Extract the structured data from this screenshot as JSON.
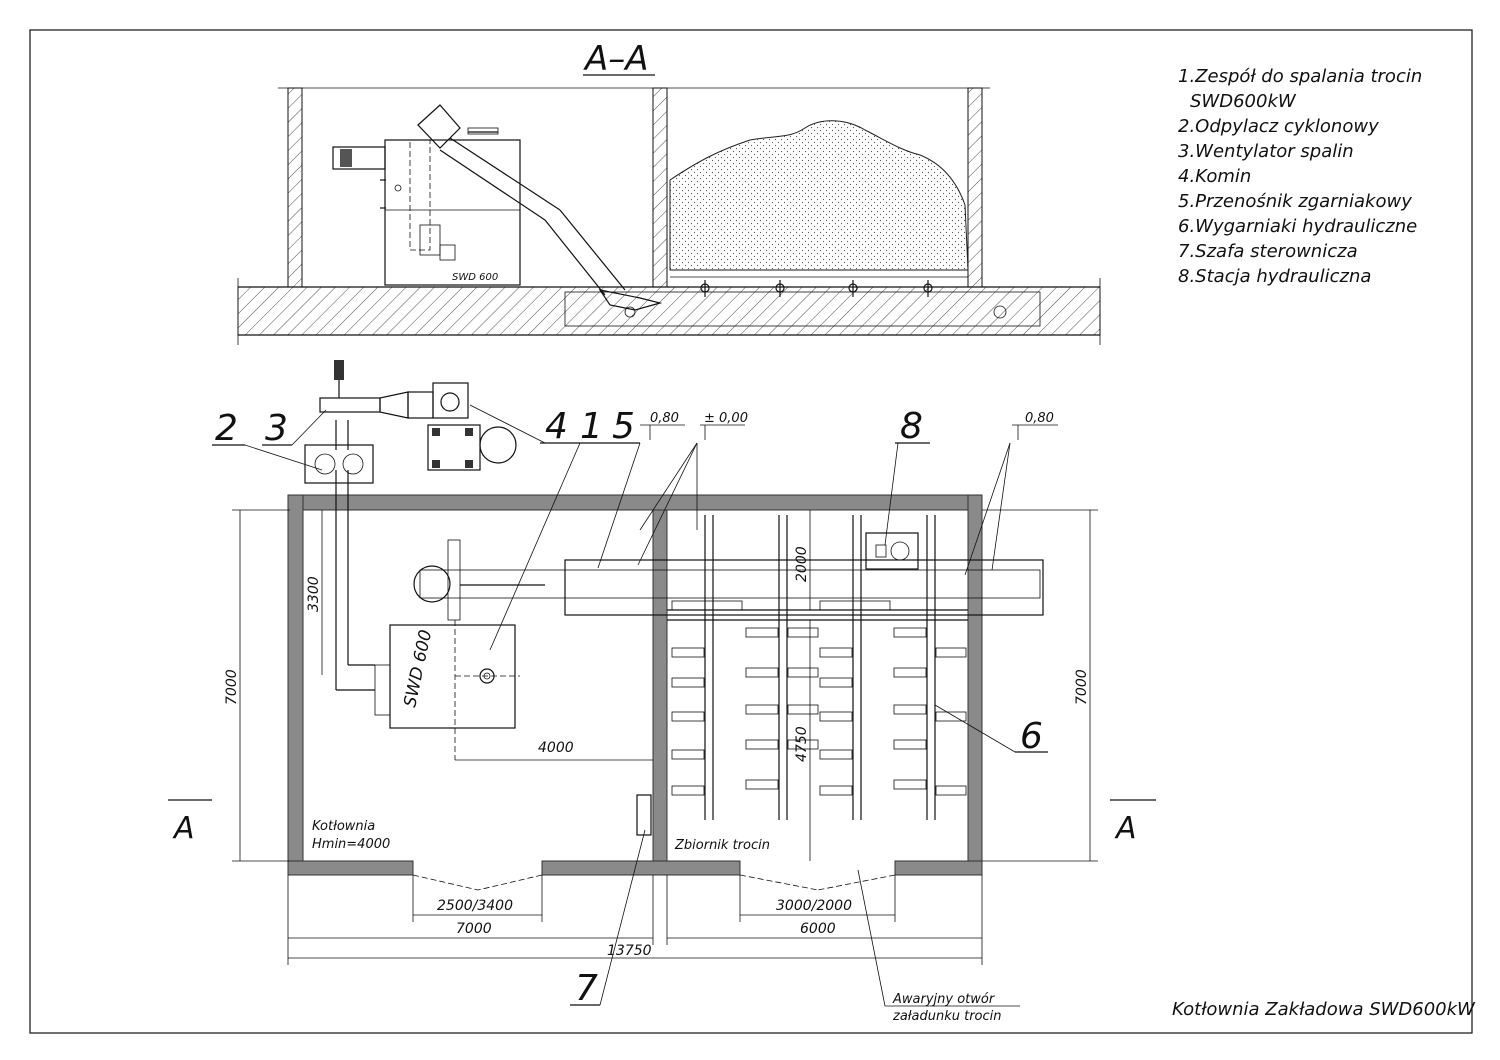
{
  "section_title": "A–A",
  "legend": [
    "1.Zespół do spalania trocin",
    "SWD600kW",
    "2.Odpylacz cyklonowy",
    "3.Wentylator spalin",
    "4.Komin",
    "5.Przenośnik zgarniakowy",
    "6.Wygarniaki hydrauliczne",
    "7.Szafa sterownicza",
    "8.Stacja hydrauliczna"
  ],
  "boiler_label_section": "SWD 600",
  "boiler_label_plan": "SWD 600",
  "callouts": {
    "n1": "1",
    "n2": "2",
    "n3": "3",
    "n4": "4",
    "n5": "5",
    "n6": "6",
    "n7": "7",
    "n8": "8"
  },
  "levels": {
    "lvl_a": "0,80",
    "lvl_b": "± 0,00",
    "lvl_c": "0,80"
  },
  "dimensions": {
    "d7000_left": "7000",
    "d3300": "3300",
    "d4000": "4000",
    "d2000": "2000",
    "d4750": "4750",
    "d7000_right": "7000",
    "d2500_3400": "2500/3400",
    "d3000_2000": "3000/2000",
    "d7000_bottom": "7000",
    "d6000_bottom": "6000",
    "d13750": "13750"
  },
  "room_labels": {
    "boiler_room_1": "Kotłownia",
    "boiler_room_2": "Hmin=4000",
    "sawdust_tank": "Zbiornik trocin"
  },
  "section_marks": {
    "left": "A",
    "right": "A"
  },
  "emergency_1": "Awaryjny otwór",
  "emergency_2": "załadunku trocin",
  "drawing_title": "Kotłownia Zakładowa SWD600kW"
}
